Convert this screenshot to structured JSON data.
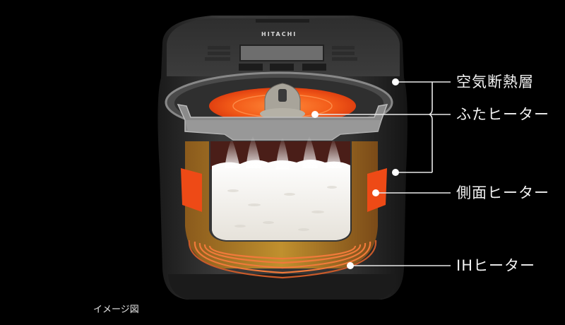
{
  "diagram": {
    "subject": "IH rice cooker cutaway illustration",
    "brand": "HITACHI",
    "caption": "イメージ図",
    "labels": [
      {
        "id": "air-insulation",
        "text": "空気断熱層"
      },
      {
        "id": "lid-heater",
        "text": "ふたヒーター"
      },
      {
        "id": "side-heater",
        "text": "側面ヒーター"
      },
      {
        "id": "ih-heater",
        "text": "IHヒーター"
      }
    ],
    "colors": {
      "background": "#000000",
      "heater_orange": "#f04a14",
      "callout_line": "#e8e8e8",
      "body_dark": "#2a2a2a"
    }
  }
}
